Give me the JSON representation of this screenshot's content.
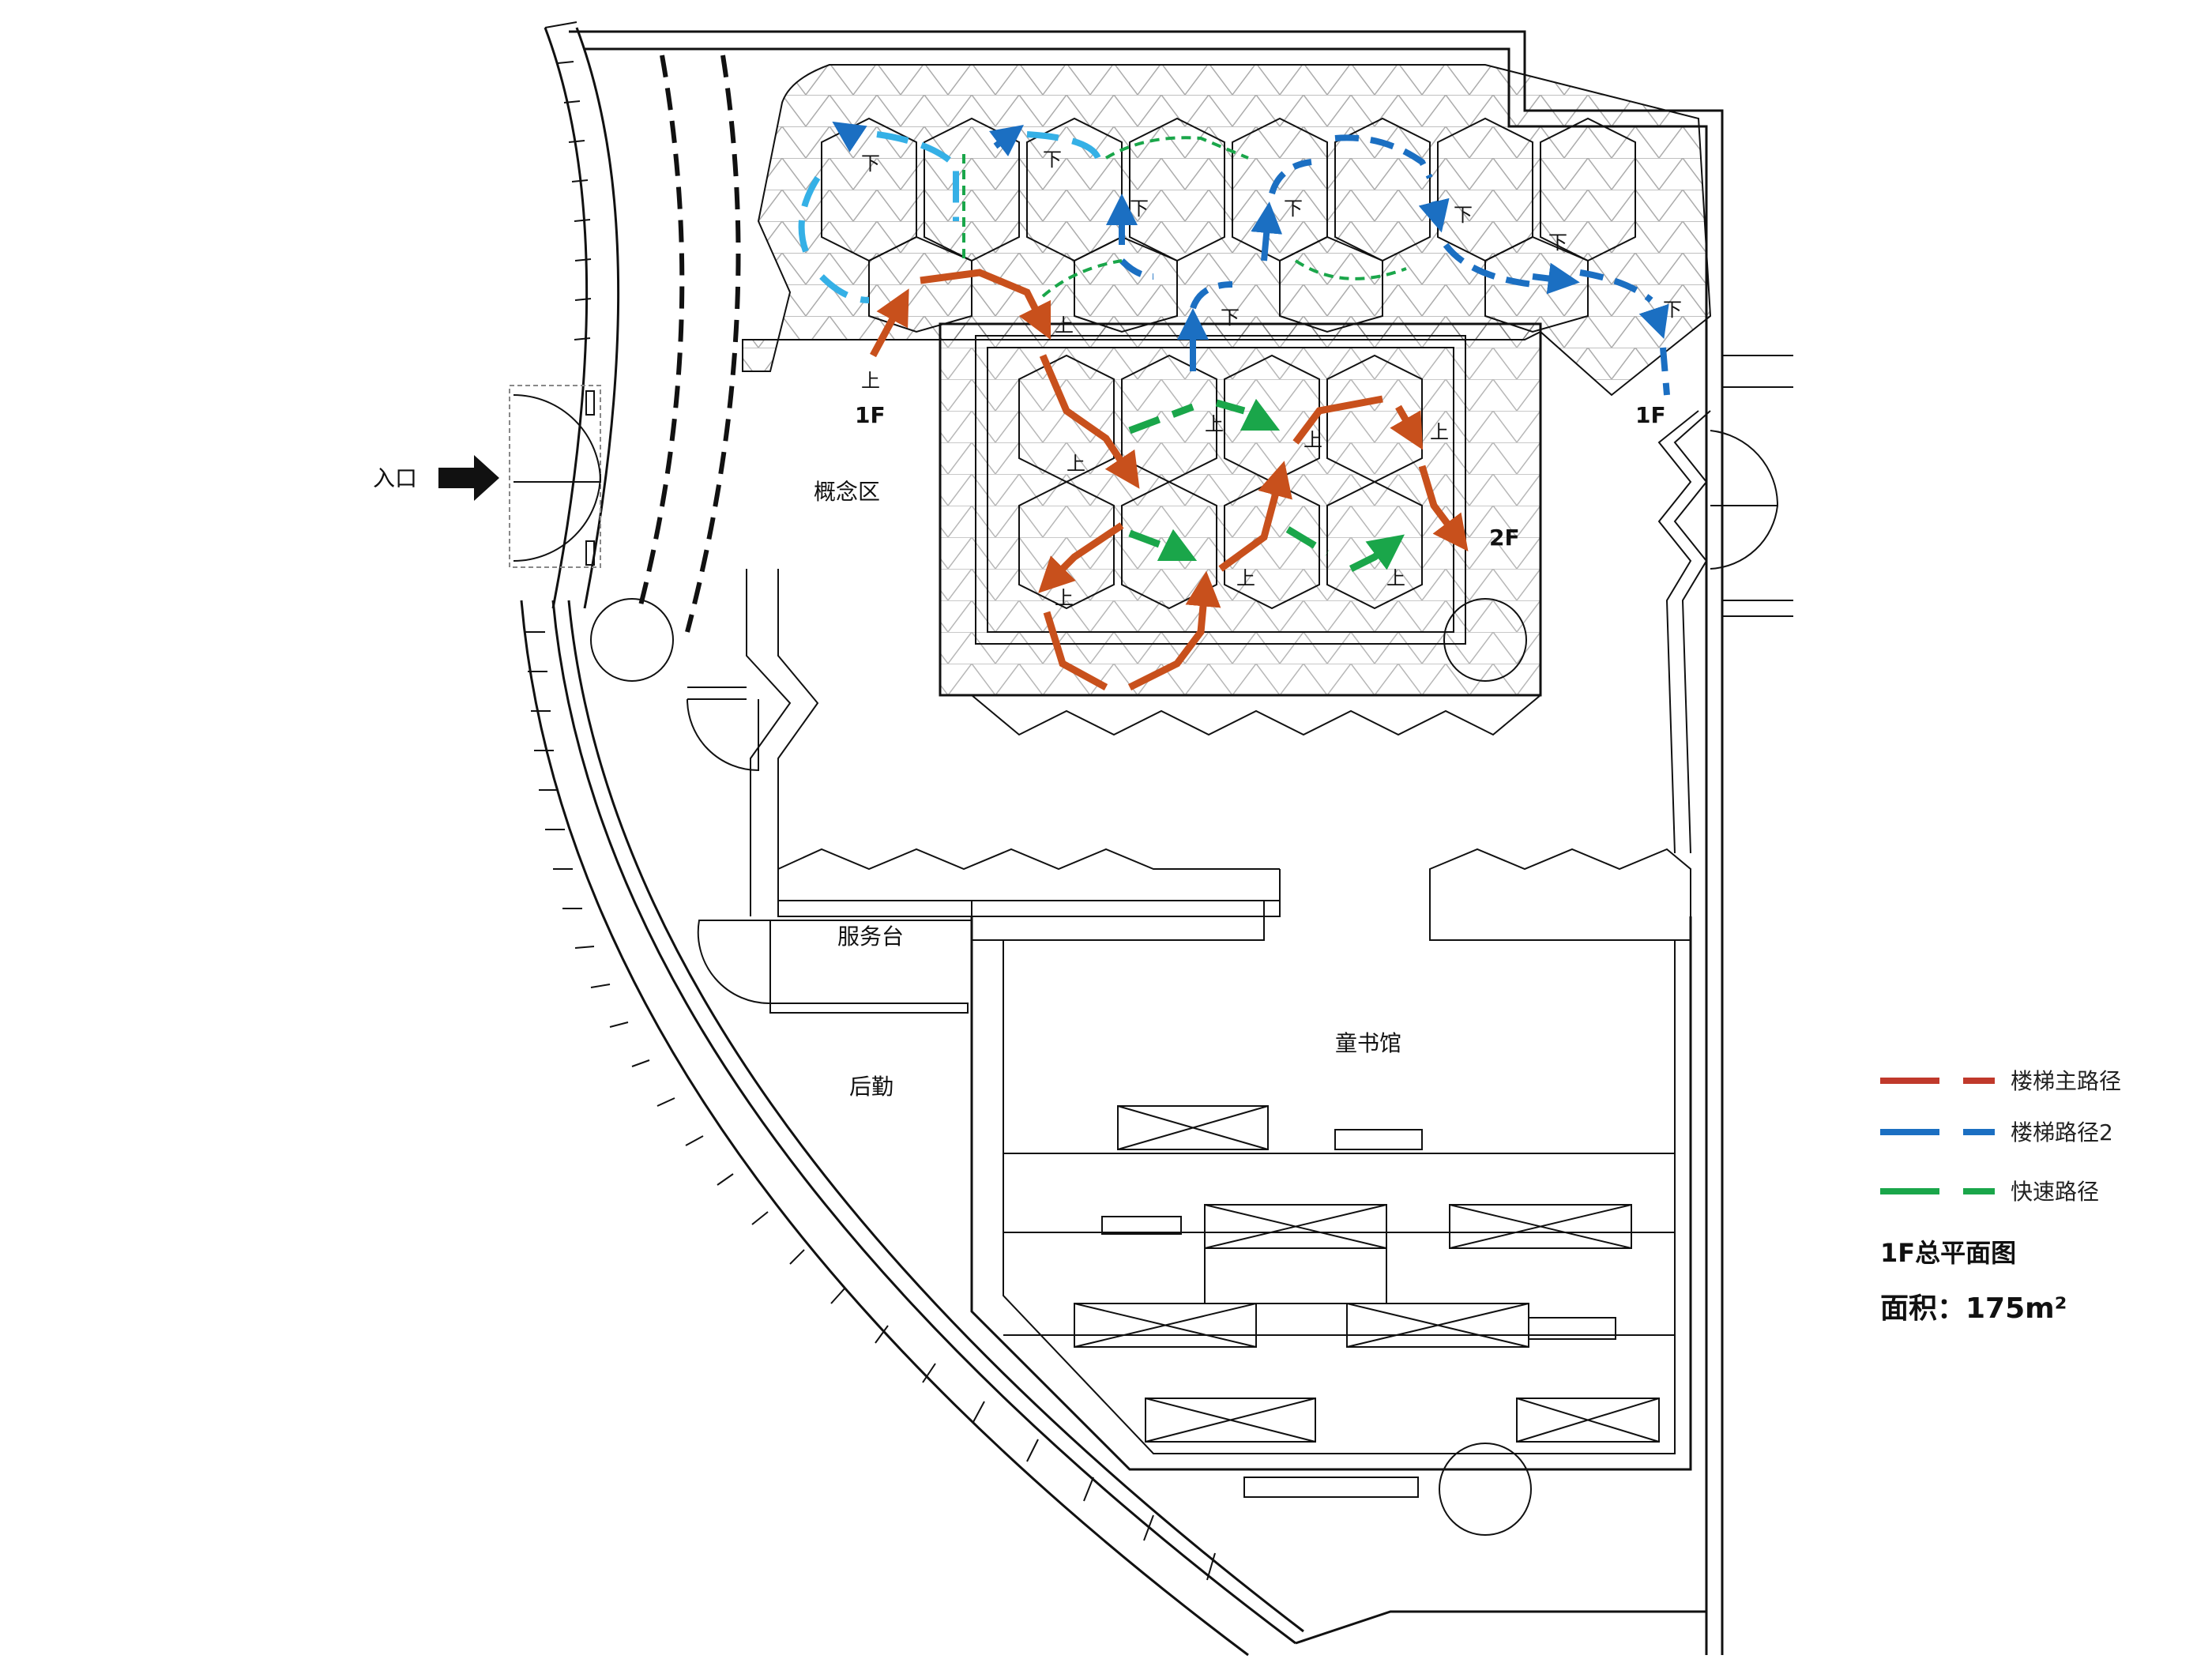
{
  "colors": {
    "main_path": "#c0392b",
    "main_path_arrow": "#c8501c",
    "path2": "#1b6fc2",
    "path2_light": "#35b0e6",
    "fast_path": "#1aa64a"
  },
  "entrance": {
    "label": "入口",
    "icon": "arrow-right-icon"
  },
  "rooms": {
    "concept": "概念区",
    "service_desk": "服务台",
    "logistics": "后勤",
    "children_library": "童书馆"
  },
  "stair_marks": {
    "up": "上",
    "down": "下"
  },
  "floor_marks": {
    "first_left": "1F",
    "first_right": "1F",
    "second": "2F"
  },
  "legend": {
    "items": [
      {
        "label": "楼梯主路径",
        "color": "#c0392b"
      },
      {
        "label": "楼梯路径2",
        "color": "#1b6fc2"
      },
      {
        "label": "快速路径",
        "color": "#1aa64a"
      }
    ],
    "title": "1F总平面图",
    "area": "面积：175m²"
  }
}
